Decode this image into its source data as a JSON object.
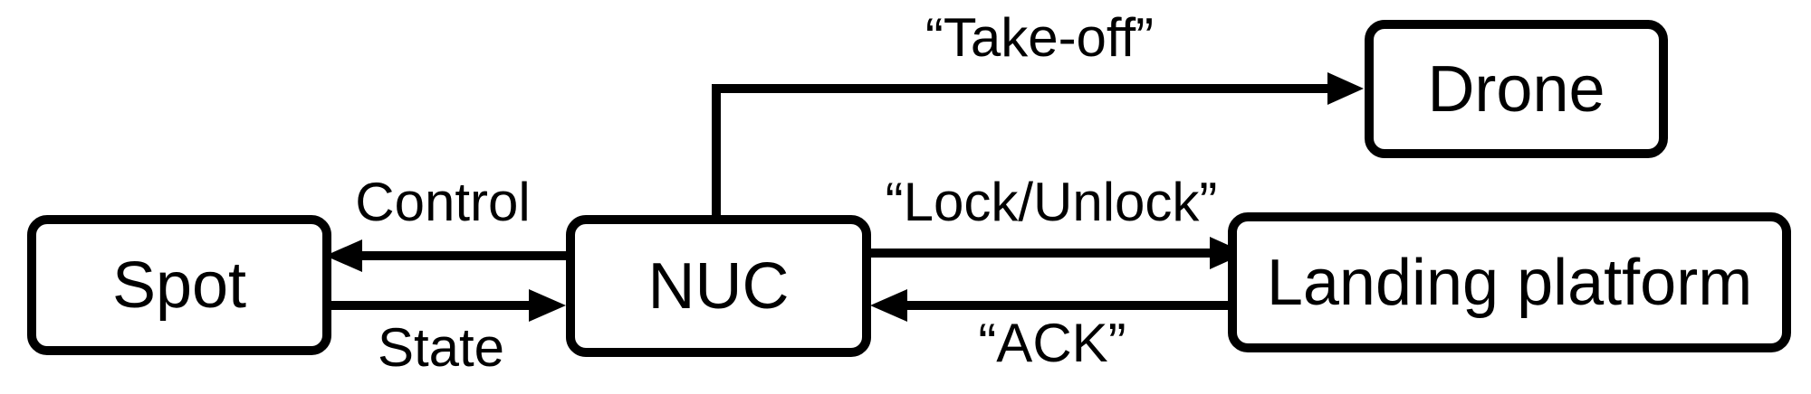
{
  "diagram": {
    "nodes": {
      "spot": {
        "label": "Spot"
      },
      "nuc": {
        "label": "NUC"
      },
      "drone": {
        "label": "Drone"
      },
      "landing_platform": {
        "label": "Landing platform"
      }
    },
    "edges": {
      "control": {
        "label": "Control",
        "from": "NUC",
        "to": "Spot"
      },
      "state": {
        "label": "State",
        "from": "Spot",
        "to": "NUC"
      },
      "take_off": {
        "label": "“Take-off”",
        "from": "NUC",
        "to": "Drone"
      },
      "lock_unlock": {
        "label": "“Lock/Unlock”",
        "from": "NUC",
        "to": "Landing platform"
      },
      "ack": {
        "label": "“ACK”",
        "from": "Landing platform",
        "to": "NUC"
      }
    },
    "colors": {
      "stroke": "#000000",
      "box_fill": "#ffffff",
      "text": "#000000",
      "background": "#ffffff"
    }
  }
}
